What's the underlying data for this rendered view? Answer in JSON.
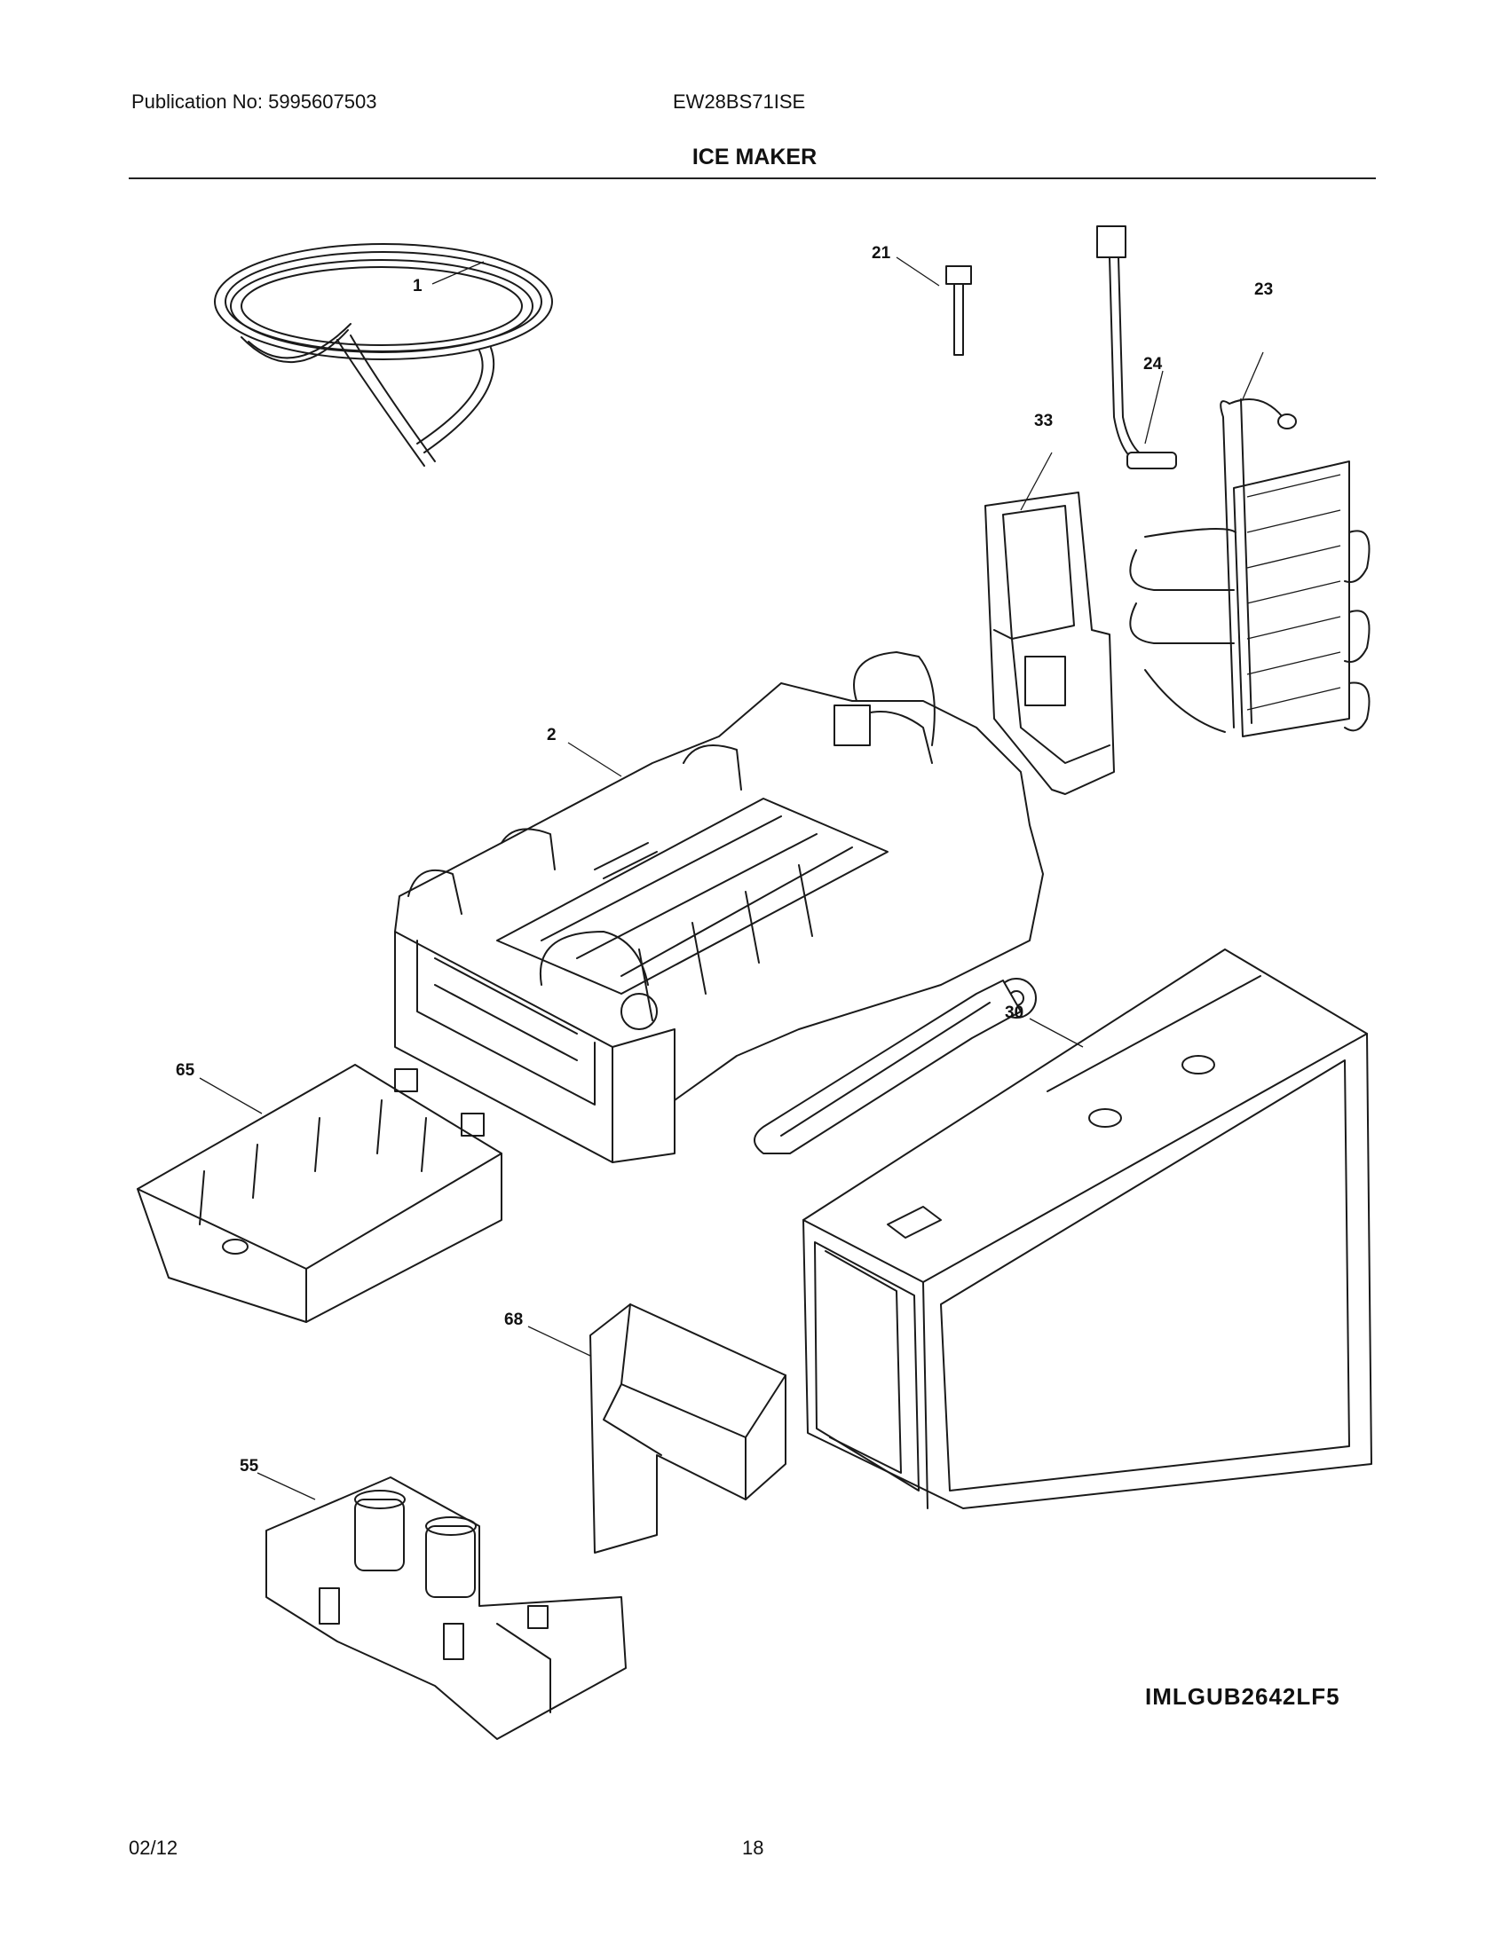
{
  "header": {
    "publication": "Publication No: 5995607503",
    "model": "EW28BS71ISE",
    "title": "ICE MAKER"
  },
  "callouts": [
    "1",
    "21",
    "24",
    "23",
    "33",
    "2",
    "30",
    "65",
    "68",
    "55"
  ],
  "figure_code": "IMLGUB2642LF5",
  "footer": {
    "date": "02/12",
    "page": "18"
  }
}
